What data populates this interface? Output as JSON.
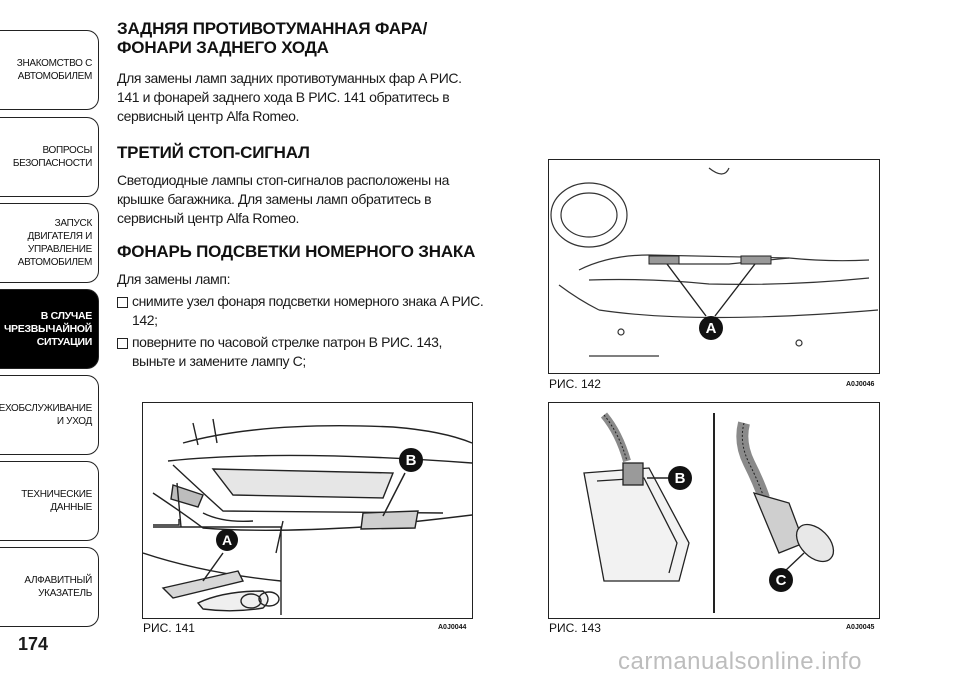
{
  "sidebar": {
    "tabs": [
      {
        "label": "ЗНАКОМСТВО С\nАВТОМОБИЛЕМ",
        "active": false
      },
      {
        "label": "ВОПРОСЫ\nБЕЗОПАСНОСТИ",
        "active": false
      },
      {
        "label": "ЗАПУСК ДВИГАТЕЛЯ И\nУПРАВЛЕНИЕ\nАВТОМОБИЛЕМ",
        "active": false
      },
      {
        "label": "В СЛУЧАЕ\nЧРЕЗВЫЧАЙНОЙ\nСИТУАЦИИ",
        "active": true
      },
      {
        "label": "ТЕХОБСЛУЖИВАНИЕ\nИ УХОД",
        "active": false
      },
      {
        "label": "ТЕХНИЧЕСКИЕ\nДАННЫЕ",
        "active": false
      },
      {
        "label": "АЛФАВИТНЫЙ\nУКАЗАТЕЛЬ",
        "active": false
      }
    ],
    "page_number": "174"
  },
  "sections": {
    "rear_fog": {
      "title": "ЗАДНЯЯ ПРОТИВОТУМАННАЯ ФАРА/ФОНАРИ ЗАДНЕГО ХОДА",
      "body": "Для замены ламп задних противотуманных фар A РИС. 141 и фонарей заднего хода B РИС. 141 обратитесь в сервисный центр Alfa Romeo."
    },
    "third_stop": {
      "title": "ТРЕТИЙ СТОП-СИГНАЛ",
      "body": "Светодиодные лампы стоп-сигналов расположены на крышке багажника. Для замены ламп обратитесь в сервисный центр Alfa Romeo."
    },
    "plate_light": {
      "title": "ФОНАРЬ ПОДСВЕТКИ НОМЕРНОГО ЗНАКА",
      "intro": "Для замены ламп:",
      "steps": [
        "снимите узел фонаря подсветки номерного знака A РИС. 142;",
        "поверните по часовой стрелке патрон B РИС. 143, выньте и замените лампу C;"
      ]
    }
  },
  "figures": {
    "fig141": {
      "caption": "РИС. 141",
      "code": "A0J0044",
      "labels": [
        "A",
        "B"
      ]
    },
    "fig142": {
      "caption": "РИС. 142",
      "code": "A0J0046",
      "labels": [
        "A"
      ]
    },
    "fig143": {
      "caption": "РИС. 143",
      "code": "A0J0045",
      "labels": [
        "B",
        "C"
      ]
    }
  },
  "watermark": "carmanualsonline.info"
}
